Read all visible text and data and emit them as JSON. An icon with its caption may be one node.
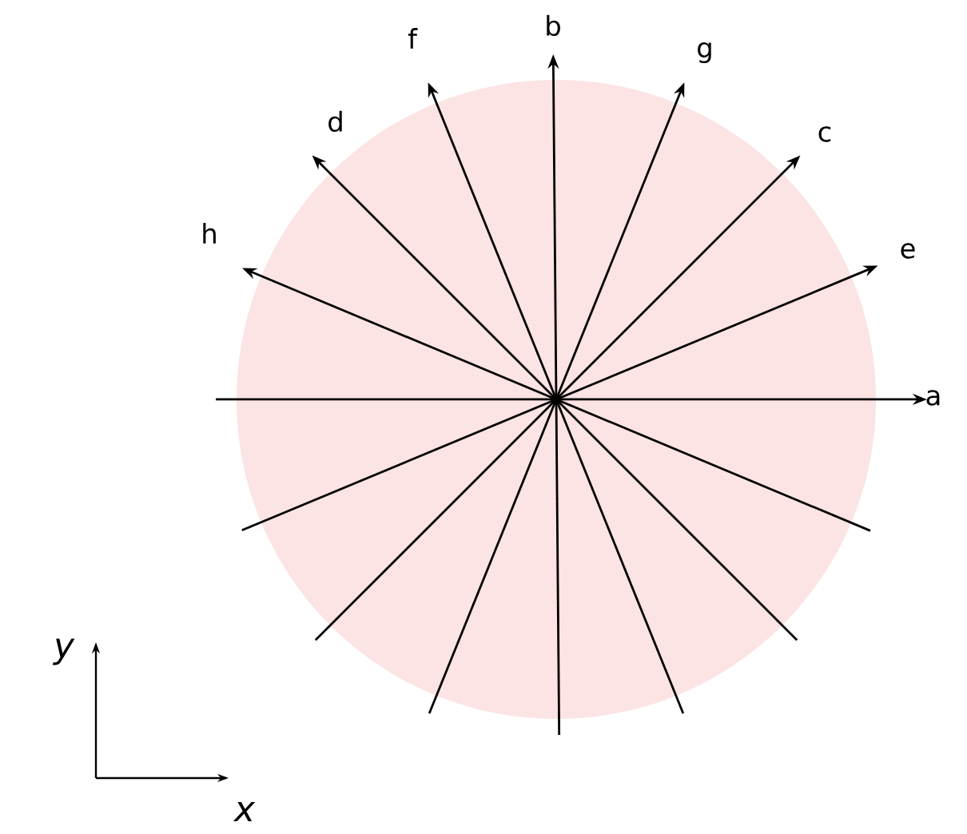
{
  "diagram": {
    "nodes": [
      {
        "text": [
          "a"
        ]
      },
      {
        "text": [
          "b"
        ]
      },
      {
        "text": [
          "c"
        ]
      },
      {
        "text": [
          "d"
        ]
      },
      {
        "text": [
          "e"
        ]
      },
      {
        "text": [
          "f"
        ]
      },
      {
        "text": [
          "g"
        ]
      },
      {
        "text": [
          "h"
        ]
      }
    ],
    "edges": [
      {
        "from": null,
        "to": 0,
        "arrow": "to"
      },
      {
        "from": null,
        "to": 1,
        "arrow": "to"
      },
      {
        "from": null,
        "to": 2,
        "arrow": "to"
      },
      {
        "from": null,
        "to": 3,
        "arrow": "to"
      },
      {
        "from": null,
        "to": 4,
        "arrow": "to"
      },
      {
        "from": null,
        "to": 5,
        "arrow": "to"
      },
      {
        "from": null,
        "to": 6,
        "arrow": "to"
      },
      {
        "from": null,
        "to": 7,
        "arrow": "to"
      }
    ],
    "labels": [
      "y",
      "x"
    ]
  }
}
